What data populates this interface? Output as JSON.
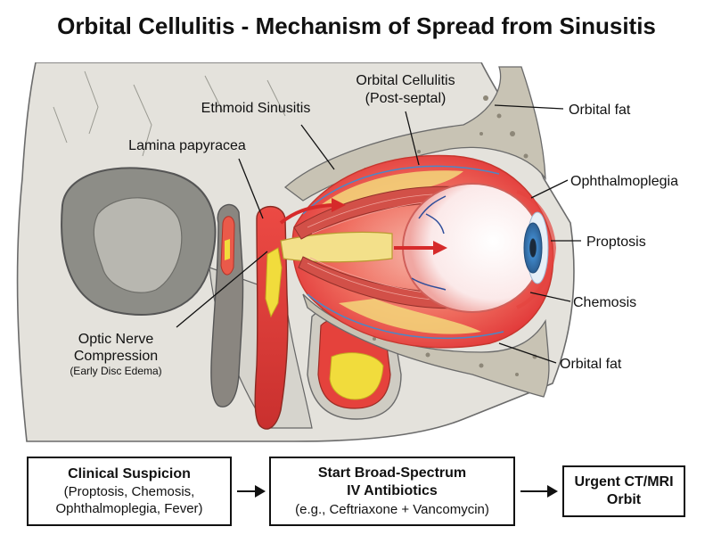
{
  "title": "Orbital Cellulitis - Mechanism of Spread from Sinusitis",
  "labels": {
    "orbital_cellulitis_line1": "Orbital Cellulitis",
    "orbital_cellulitis_line2": "(Post-septal)",
    "ethmoid_sinusitis": "Ethmoid Sinusitis",
    "lamina_papyracea": "Lamina papyracea",
    "optic_nerve_line1": "Optic Nerve",
    "optic_nerve_line2": "Compression",
    "optic_nerve_line3": "(Early Disc Edema)",
    "orbital_fat_top": "Orbital fat",
    "ophthalmoplegia": "Ophthalmoplegia",
    "proptosis": "Proptosis",
    "chemosis": "Chemosis",
    "orbital_fat_bottom": "Orbital fat"
  },
  "flow": [
    {
      "heading": "Clinical Suspicion",
      "detail_lines": [
        "(Proptosis, Chemosis,",
        "Ophthalmoplegia, Fever)"
      ]
    },
    {
      "heading_lines": [
        "Start Broad-Spectrum",
        "IV Antibiotics"
      ],
      "detail": "(e.g., Ceftriaxone + Vancomycin)"
    },
    {
      "heading_lines": [
        "Urgent CT/MRI",
        "Orbit"
      ]
    }
  ],
  "colors": {
    "bone": "#e4e2dc",
    "inflammation": "#e8333a",
    "pus": "#f1dc3c",
    "sclera": "#ffffff",
    "iris": "#3f86c7"
  }
}
